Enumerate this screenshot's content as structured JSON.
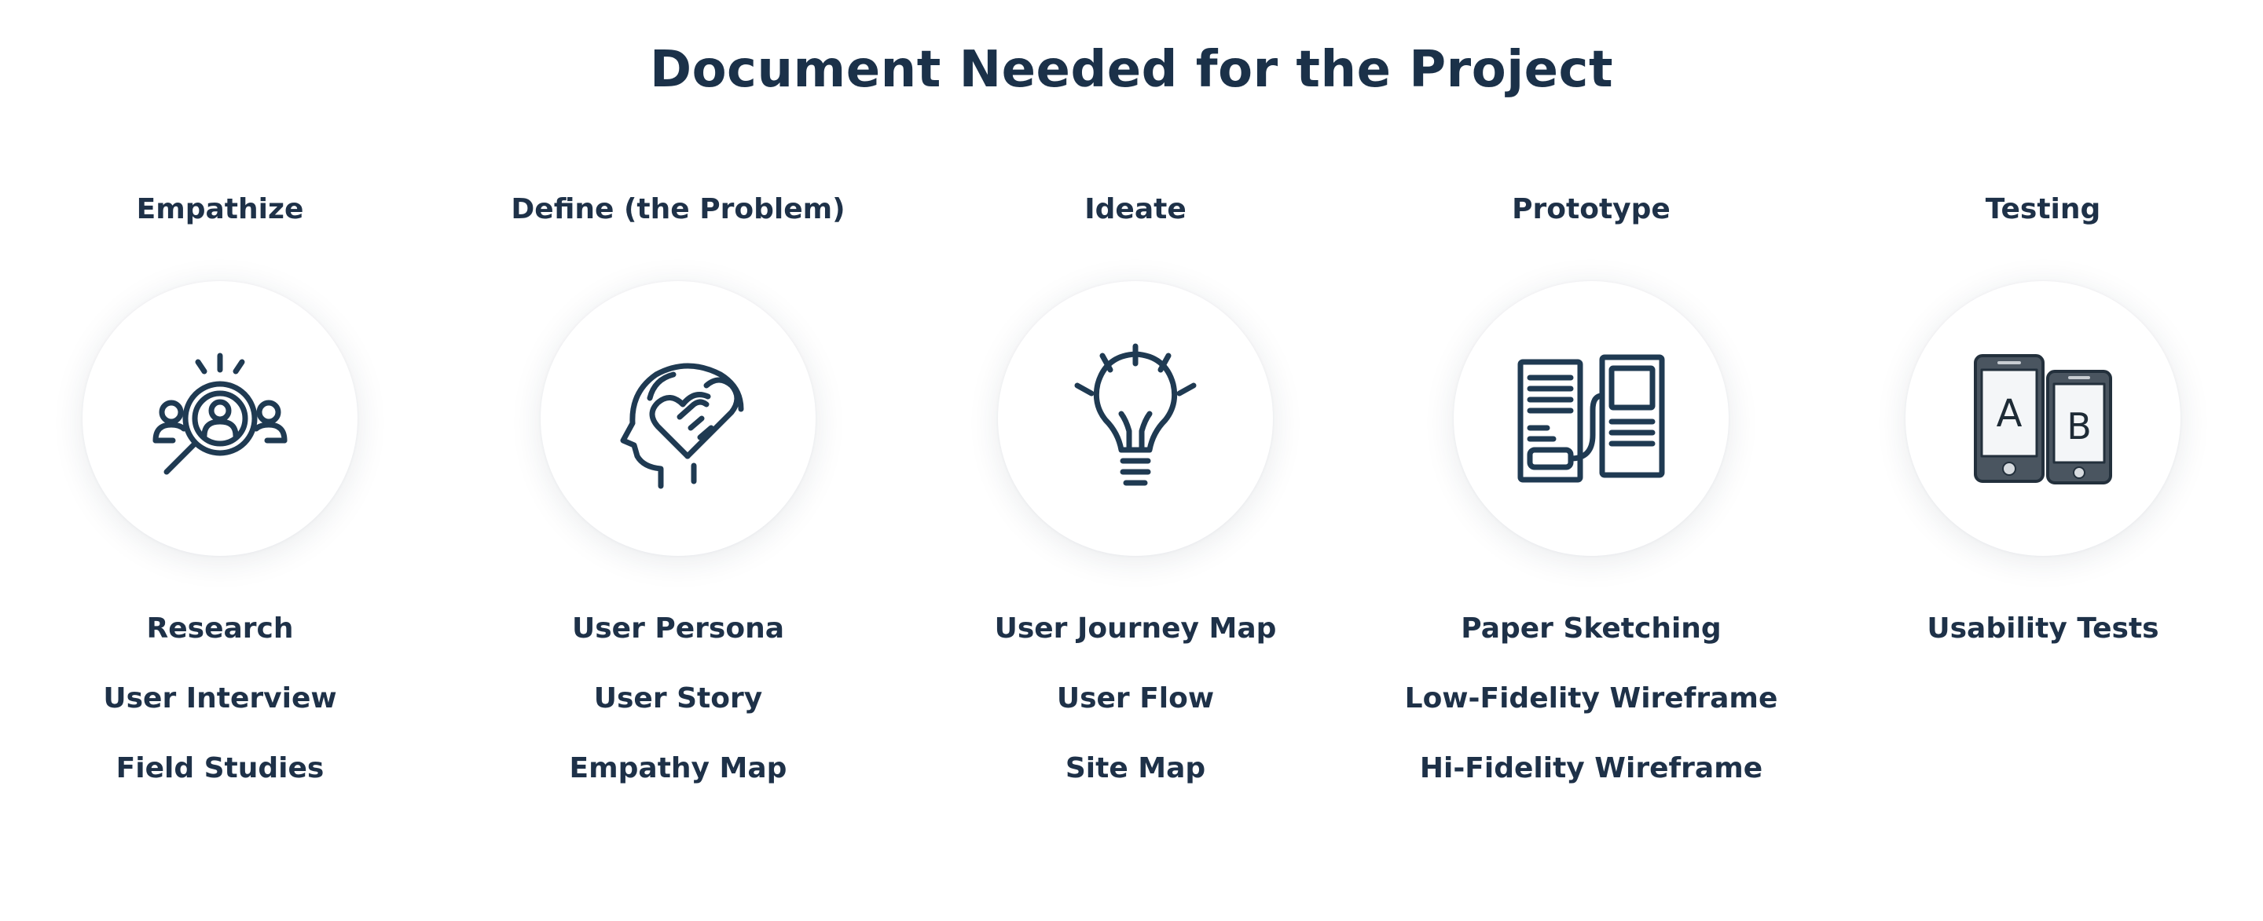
{
  "title": "Document Needed for the Project",
  "colors": {
    "text": "#1e3148",
    "icon_stroke": "#1f3a52",
    "phone_body": "#4a5560",
    "circle_bg": "#ffffff"
  },
  "stages": [
    {
      "label": "Empathize",
      "icon": "research-magnifier-icon",
      "documents": [
        "Research",
        "User Interview",
        "Field Studies"
      ]
    },
    {
      "label": "Define (the Problem)",
      "icon": "head-heart-handshake-icon",
      "documents": [
        "User Persona",
        "User Story",
        "Empathy Map"
      ]
    },
    {
      "label": "Ideate",
      "icon": "lightbulb-icon",
      "documents": [
        "User Journey Map",
        "User Flow",
        "Site Map"
      ]
    },
    {
      "label": "Prototype",
      "icon": "wireframe-pages-icon",
      "documents": [
        "Paper Sketching",
        "Low-Fidelity Wireframe",
        "Hi-Fidelity Wireframe"
      ]
    },
    {
      "label": "Testing",
      "icon": "ab-test-phones-icon",
      "icon_letters": [
        "A",
        "B"
      ],
      "documents": [
        "Usability Tests"
      ]
    }
  ]
}
